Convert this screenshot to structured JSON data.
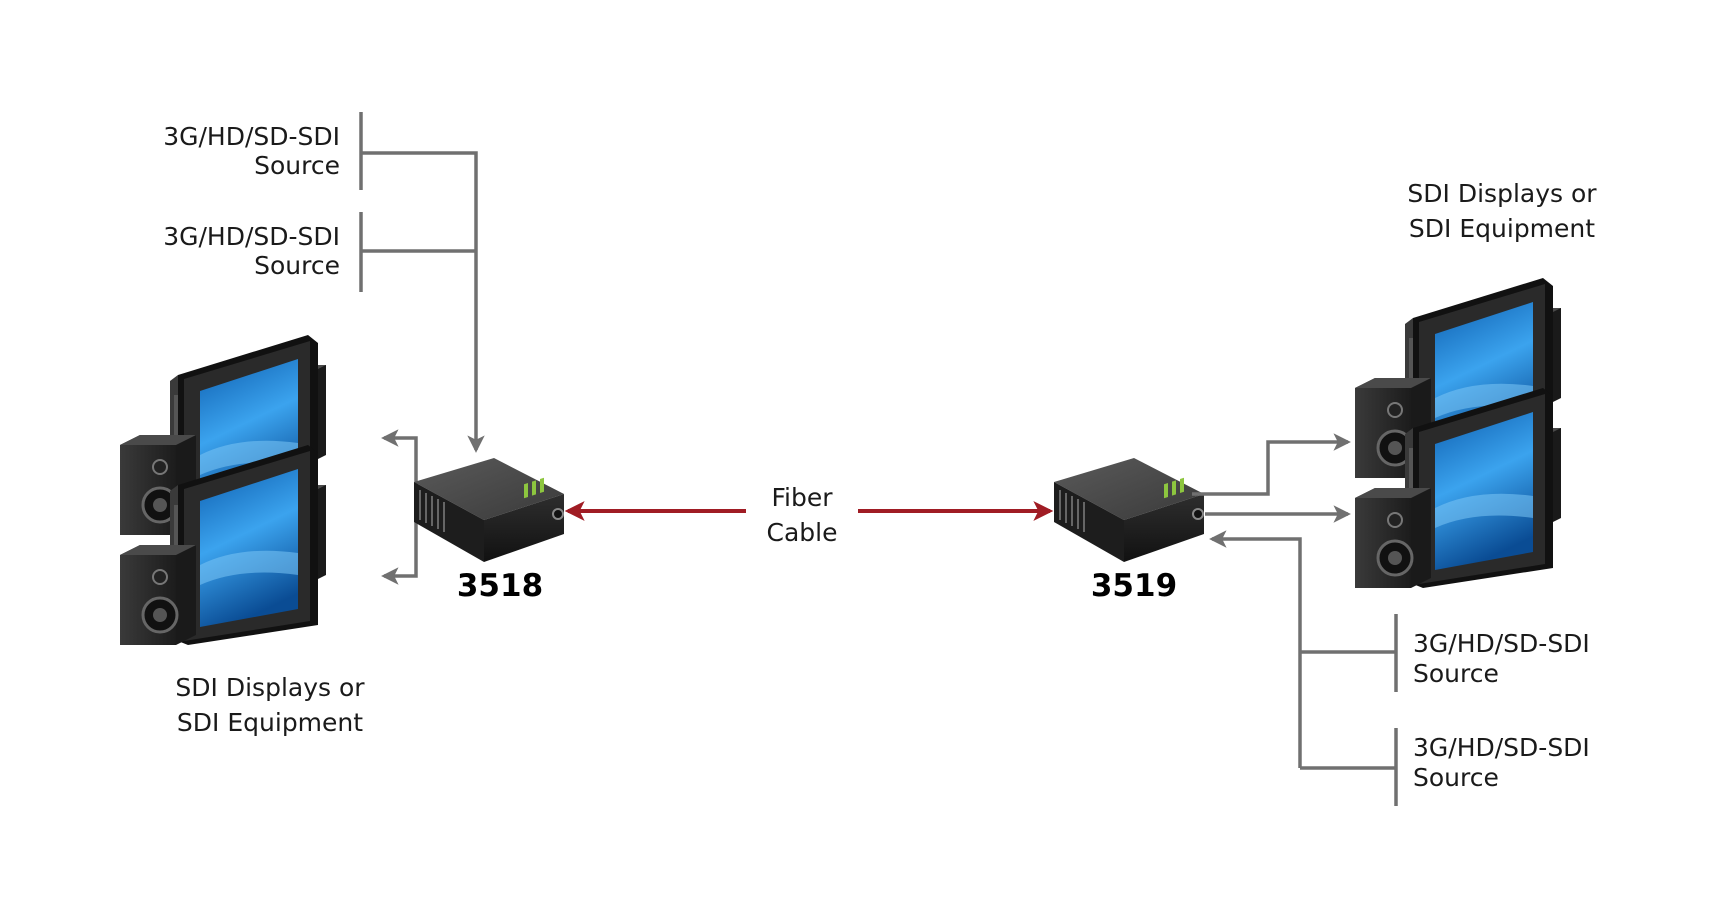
{
  "colors": {
    "connector": "#707070",
    "fiber": "#a01c24",
    "screen": "#1f7fd4",
    "device": "#2b2b2b",
    "led": "#8dc63f"
  },
  "left_sources": {
    "top": {
      "line1": "3G/HD/SD-SDI",
      "line2": "Source"
    },
    "bottom": {
      "line1": "3G/HD/SD-SDI",
      "line2": "Source"
    }
  },
  "left_displays": {
    "line1": "SDI Displays or",
    "line2": "SDI Equipment",
    "icon": "display-speaker-icon"
  },
  "right_displays": {
    "line1": "SDI Displays or",
    "line2": "SDI Equipment",
    "icon": "display-speaker-icon"
  },
  "right_sources": {
    "top": {
      "line1": "3G/HD/SD-SDI",
      "line2": "Source"
    },
    "bottom": {
      "line1": "3G/HD/SD-SDI",
      "line2": "Source"
    }
  },
  "devices": {
    "left": {
      "model": "3518",
      "icon": "converter-box-icon"
    },
    "right": {
      "model": "3519",
      "icon": "converter-box-icon"
    }
  },
  "fiber": {
    "line1": "Fiber",
    "line2": "Cable"
  }
}
